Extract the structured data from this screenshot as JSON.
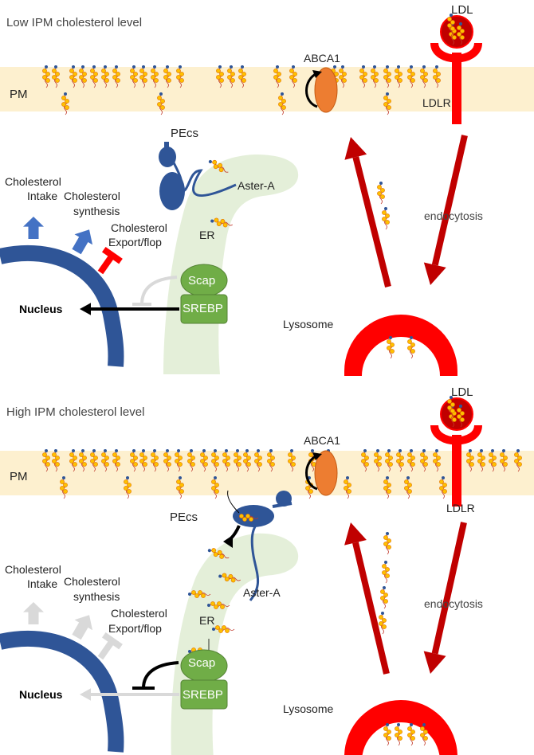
{
  "colors": {
    "membrane": "#fdf0cf",
    "er": "#e4efd9",
    "nucleus": "#2f5597",
    "blue_arrow": "#4472c4",
    "red": "#ff0000",
    "dark_red": "#c00000",
    "orange": "#ed7d31",
    "green": "#70ad47",
    "gray": "#d9d9d9",
    "pecs": "#2f5597"
  },
  "icons": [
    "cholesterol-molecule-icon",
    "pecs-protein-icon",
    "abca1-transporter-icon",
    "ldlr-receptor-icon"
  ],
  "panels": [
    {
      "title": "Low IPM cholesterol level",
      "pm": "PM",
      "ldl": "LDL",
      "ldlr": "LDLR",
      "abca1": "ABCA1",
      "pecs": "PEcs",
      "aster": "Aster-A",
      "er": "ER",
      "scap": "Scap",
      "srebp": "SREBP",
      "nucleus": "Nucleus",
      "lysosome": "Lysosome",
      "endocytosis": "endocytosis",
      "intake": [
        "Cholesterol",
        "Intake"
      ],
      "synthesis": [
        "Cholesterol",
        "synthesis"
      ],
      "export": [
        "Cholesterol",
        "Export/flop"
      ],
      "state": "SREBP active"
    },
    {
      "title": "High IPM cholesterol level",
      "pm": "PM",
      "ldl": "LDL",
      "ldlr": "LDLR",
      "abca1": "ABCA1",
      "pecs": "PEcs",
      "aster": "Aster-A",
      "er": "ER",
      "scap": "Scap",
      "srebp": "SREBP",
      "nucleus": "Nucleus",
      "lysosome": "Lysosome",
      "endocytosis": "endocytosis",
      "intake": [
        "Cholesterol",
        "Intake"
      ],
      "synthesis": [
        "Cholesterol",
        "synthesis"
      ],
      "export": [
        "Cholesterol",
        "Export/flop"
      ],
      "state": "SREBP inhibited"
    }
  ]
}
